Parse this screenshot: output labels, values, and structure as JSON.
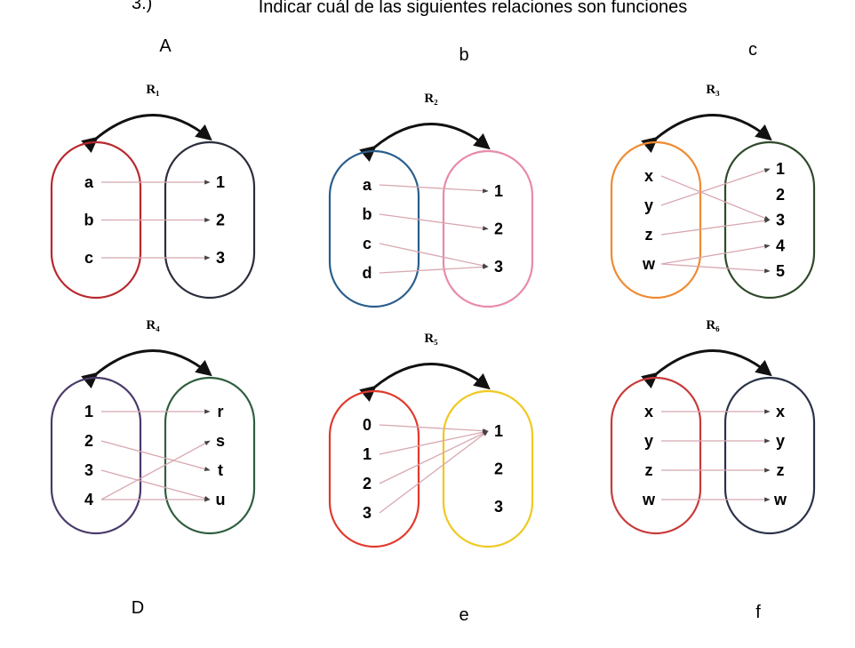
{
  "header": {
    "number": "3.)",
    "instruction": "Indicar cuál de las siguientes relaciones son funciones"
  },
  "colors": {
    "arc": "#111111",
    "arrow": "#d8a8b0",
    "background": "#ffffff"
  },
  "panels": [
    {
      "label": "A",
      "relation": "R₁",
      "domain": [
        "a",
        "b",
        "c"
      ],
      "codomain": [
        "1",
        "2",
        "3"
      ],
      "arrows": [
        [
          0,
          0
        ],
        [
          1,
          1
        ],
        [
          2,
          2
        ]
      ],
      "domain_color": "#b8282e",
      "codomain_color": "#2a2e3c"
    },
    {
      "label": "b",
      "relation": "R₂",
      "domain": [
        "a",
        "b",
        "c",
        "d"
      ],
      "codomain": [
        "1",
        "2",
        "3"
      ],
      "arrows": [
        [
          0,
          0
        ],
        [
          1,
          1
        ],
        [
          2,
          2
        ],
        [
          3,
          2
        ]
      ],
      "domain_color": "#2a5e8c",
      "codomain_color": "#e88aa8"
    },
    {
      "label": "c",
      "relation": "R₃",
      "domain": [
        "x",
        "y",
        "z",
        "w"
      ],
      "codomain": [
        "1",
        "2",
        "3",
        "4",
        "5"
      ],
      "arrows": [
        [
          0,
          2
        ],
        [
          1,
          0
        ],
        [
          2,
          2
        ],
        [
          3,
          3
        ],
        [
          3,
          4
        ]
      ],
      "domain_color": "#f08a30",
      "codomain_color": "#2f4a2a"
    },
    {
      "label": "D",
      "relation": "R₄",
      "domain": [
        "1",
        "2",
        "3",
        "4"
      ],
      "codomain": [
        "r",
        "s",
        "t",
        "u"
      ],
      "arrows": [
        [
          0,
          0
        ],
        [
          1,
          2
        ],
        [
          2,
          3
        ],
        [
          3,
          1
        ],
        [
          3,
          3
        ]
      ],
      "domain_color": "#4a3a6a",
      "codomain_color": "#2e5e3e"
    },
    {
      "label": "e",
      "relation": "R₅",
      "domain": [
        "0",
        "1",
        "2",
        "3"
      ],
      "codomain": [
        "1",
        "2",
        "3"
      ],
      "arrows": [
        [
          0,
          0
        ],
        [
          1,
          0
        ],
        [
          2,
          0
        ],
        [
          3,
          0
        ]
      ],
      "domain_color": "#e03a2e",
      "codomain_color": "#f0c820"
    },
    {
      "label": "f",
      "relation": "R₆",
      "domain": [
        "x",
        "y",
        "z",
        "w"
      ],
      "codomain": [
        "x",
        "y",
        "z",
        "w"
      ],
      "arrows": [
        [
          0,
          0
        ],
        [
          1,
          1
        ],
        [
          2,
          2
        ],
        [
          3,
          3
        ]
      ],
      "domain_color": "#c83a3a",
      "codomain_color": "#2a3248"
    }
  ]
}
